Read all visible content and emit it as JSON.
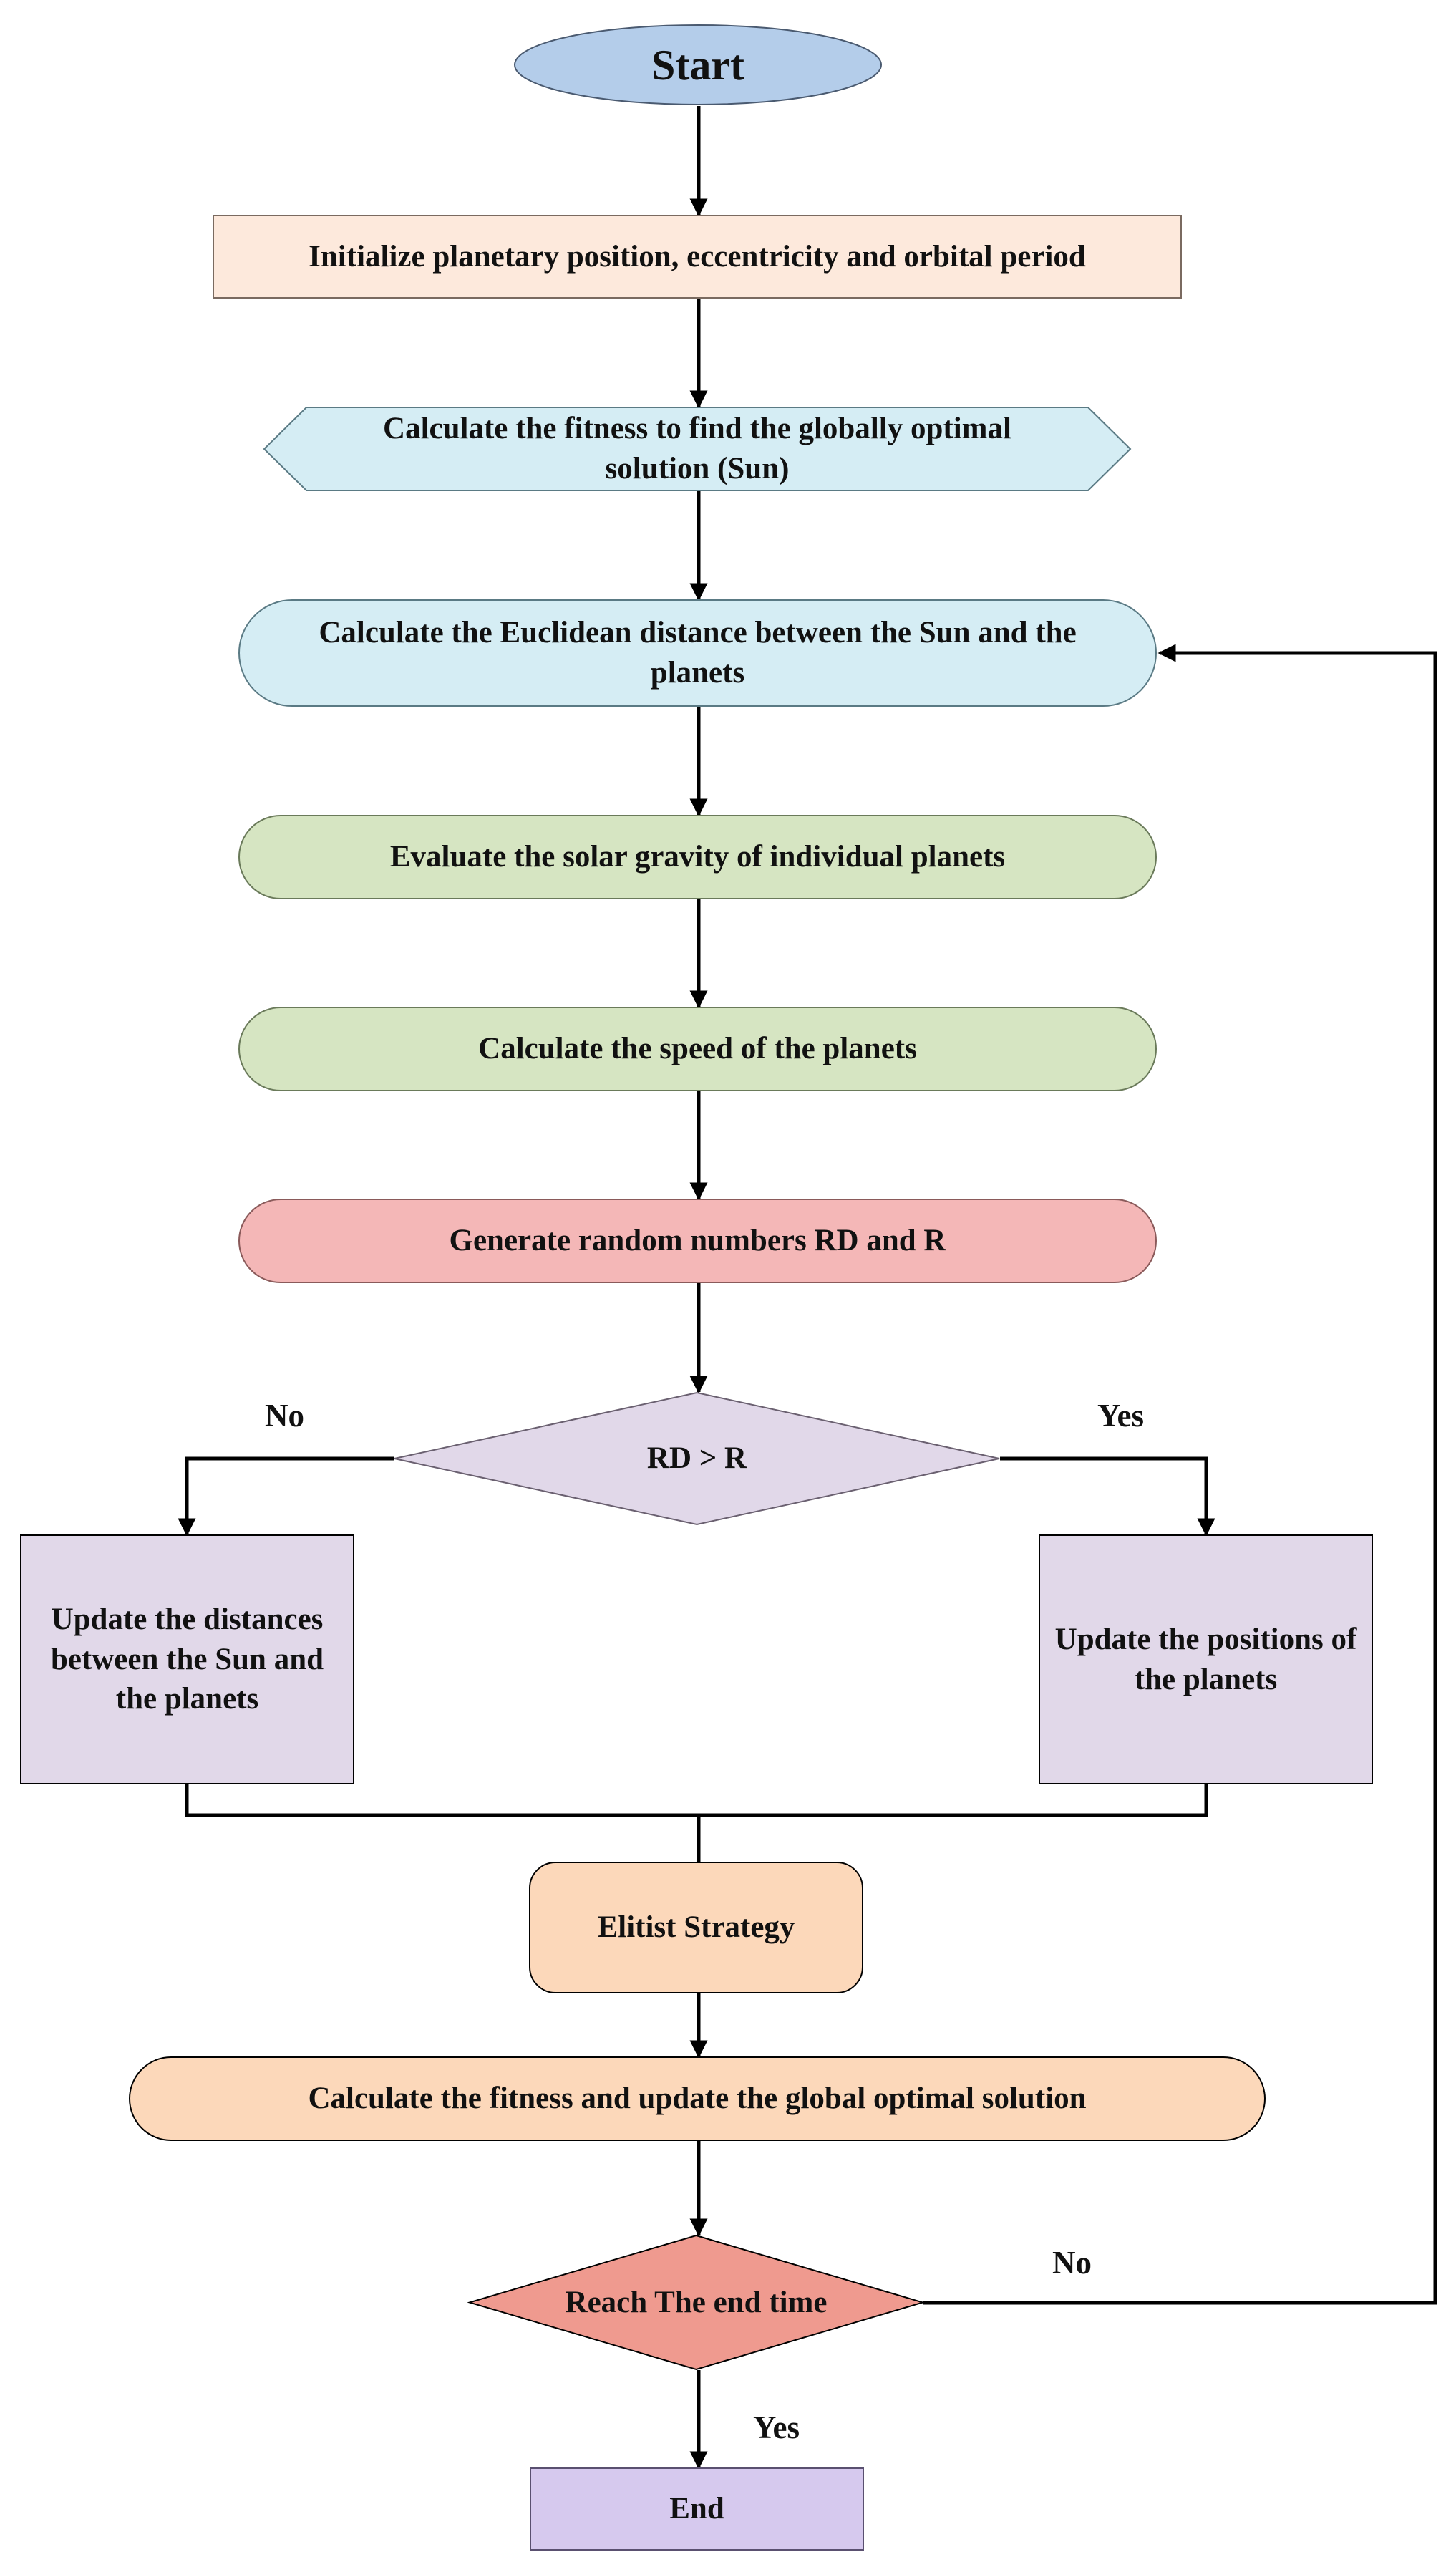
{
  "nodes": {
    "start": "Start",
    "init": "Initialize planetary position, eccentricity and orbital period",
    "fitness_sun": "Calculate the fitness to find the globally optimal solution (Sun)",
    "euclidean": "Calculate the Euclidean distance between the Sun and the planets",
    "gravity": "Evaluate the solar gravity of individual planets",
    "speed": "Calculate the speed of the planets",
    "random": "Generate random numbers RD and R",
    "decision_rd": "RD > R",
    "update_distances": "Update the distances between the Sun and the planets",
    "update_positions": "Update the positions of the planets",
    "elitist": "Elitist Strategy",
    "fitness_update": "Calculate the fitness and update the global optimal solution",
    "decision_end": "Reach The end time",
    "end": "End"
  },
  "edge_labels": {
    "rd_no": "No",
    "rd_yes": "Yes",
    "end_no": "No",
    "end_yes": "Yes"
  },
  "colors": {
    "start_fill": "#b4cdea",
    "init_fill": "#fde9dc",
    "fitness_sun_fill": "#d5edf4",
    "euclidean_fill": "#d5edf4",
    "gravity_fill": "#d6e5c2",
    "speed_fill": "#d6e5c2",
    "random_fill": "#f4b7b7",
    "decision_rd_fill": "#e1d8e9",
    "update_fill": "#e1d8e9",
    "elitist_fill": "#fcd8ba",
    "fitness_update_fill": "#fcd8ba",
    "decision_end_fill": "#ef9a8f",
    "end_fill": "#d6c9ee",
    "line": "#000000"
  }
}
